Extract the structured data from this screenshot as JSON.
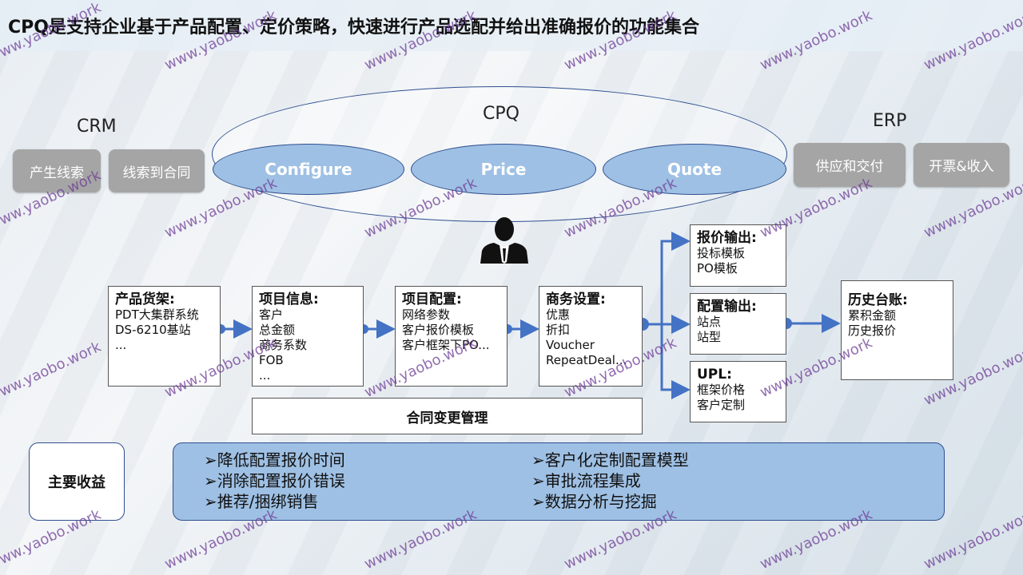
{
  "title": "CPQ是支持企业基于产品配置、定价策略，快速进行产品选配并给出准确报价的功能集合",
  "crm": {
    "label": "CRM",
    "buttons": [
      "产生线索",
      "线索到合同"
    ]
  },
  "cpq": {
    "label": "CPQ",
    "stages": [
      "Configure",
      "Price",
      "Quote"
    ]
  },
  "erp": {
    "label": "ERP",
    "buttons": [
      "供应和交付",
      "开票&收入"
    ]
  },
  "flow": [
    {
      "title": "产品货架:",
      "lines": [
        "PDT大集群系统",
        "DS-6210基站",
        "..."
      ]
    },
    {
      "title": "项目信息:",
      "lines": [
        "客户",
        "总金额",
        "商务系数",
        "FOB",
        "..."
      ]
    },
    {
      "title": "项目配置:",
      "lines": [
        "网络参数",
        "客户报价模板",
        "客户框架下PO..."
      ]
    },
    {
      "title": "商务设置:",
      "lines": [
        "优惠",
        "折扣",
        "Voucher",
        "RepeatDeal..."
      ]
    }
  ],
  "outputs": [
    {
      "title": "报价输出:",
      "lines": [
        "投标模板",
        "PO模板"
      ]
    },
    {
      "title": "配置输出:",
      "lines": [
        "站点",
        "站型"
      ]
    },
    {
      "title": "UPL:",
      "lines": [
        "框架价格",
        "客户定制"
      ]
    }
  ],
  "history": {
    "title": "历史台账:",
    "lines": [
      "累积金额",
      "历史报价"
    ]
  },
  "contract_change": "合同变更管理",
  "benefits": {
    "label": "主要收益",
    "left": [
      "➢降低配置报价时间",
      "➢消除配置报价错误",
      "➢推荐/捆绑销售"
    ],
    "right": [
      "➢客户化定制配置模型",
      "➢审批流程集成",
      "➢数据分析与挖掘"
    ]
  },
  "watermark": "www.yaobo.work",
  "colors": {
    "accent": "#4472c4",
    "ellipse_fill": "#9ec0e4",
    "gray_button": "#a5a5a5",
    "border": "#2f4f8f"
  }
}
